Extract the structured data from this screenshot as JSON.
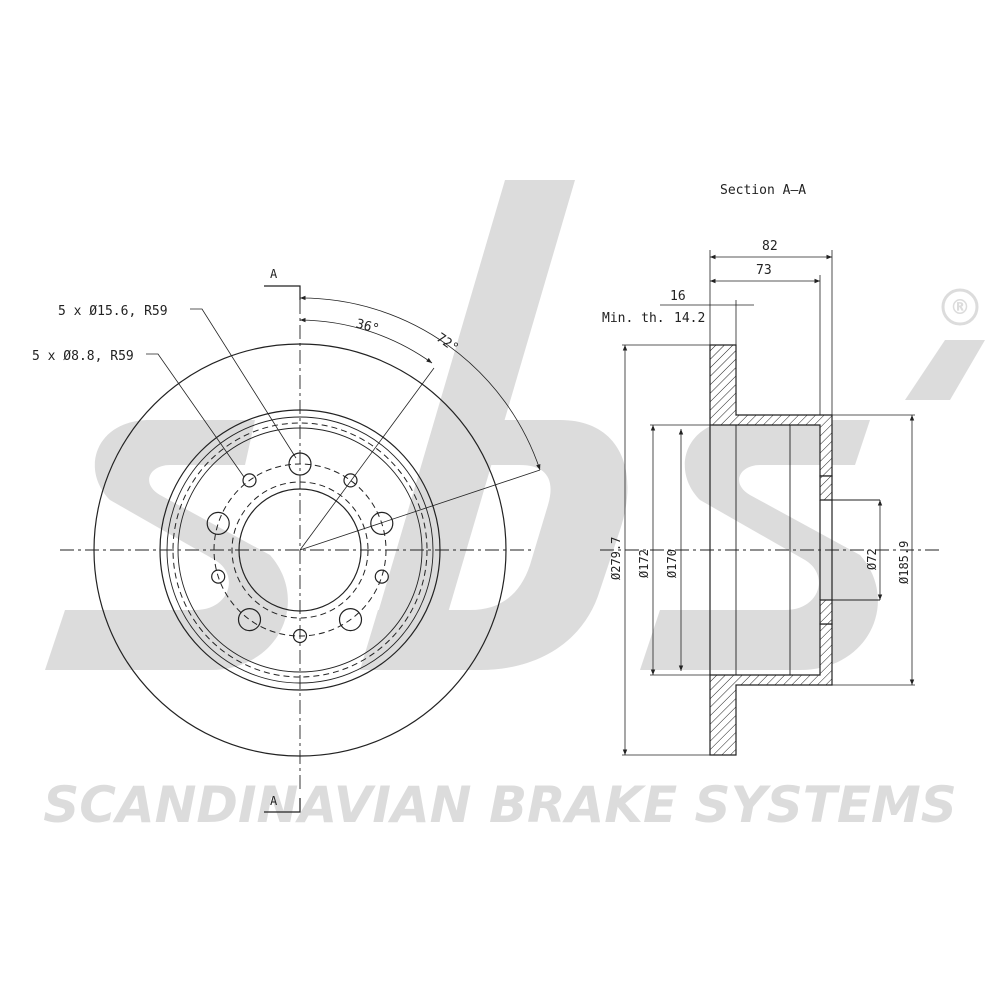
{
  "watermark": {
    "logo_text": "sbs",
    "tagline": "SCANDINAVIAN BRAKE SYSTEMS",
    "registered_mark": "®",
    "color": "#dcdcdc"
  },
  "front_view": {
    "section_marker_top": "A",
    "section_marker_bottom": "A",
    "large_holes_callout": "5 x Ø15.6, R59",
    "small_holes_callout": "5 x Ø8.8, R59",
    "angle_inner": "36°",
    "angle_outer": "72°"
  },
  "section_view": {
    "title": "Section A–A",
    "dim_total_width": "82",
    "dim_hat_depth": "73",
    "dim_thickness": "16",
    "min_thickness_label": "Min. th.",
    "min_thickness_value": "14.2",
    "dia_outer": "Ø279.7",
    "dia_172": "Ø172",
    "dia_170": "Ø170",
    "dia_72": "Ø72",
    "dia_185_9": "Ø185.9"
  },
  "colors": {
    "line": "#222222",
    "watermark": "#dcdcdc"
  }
}
